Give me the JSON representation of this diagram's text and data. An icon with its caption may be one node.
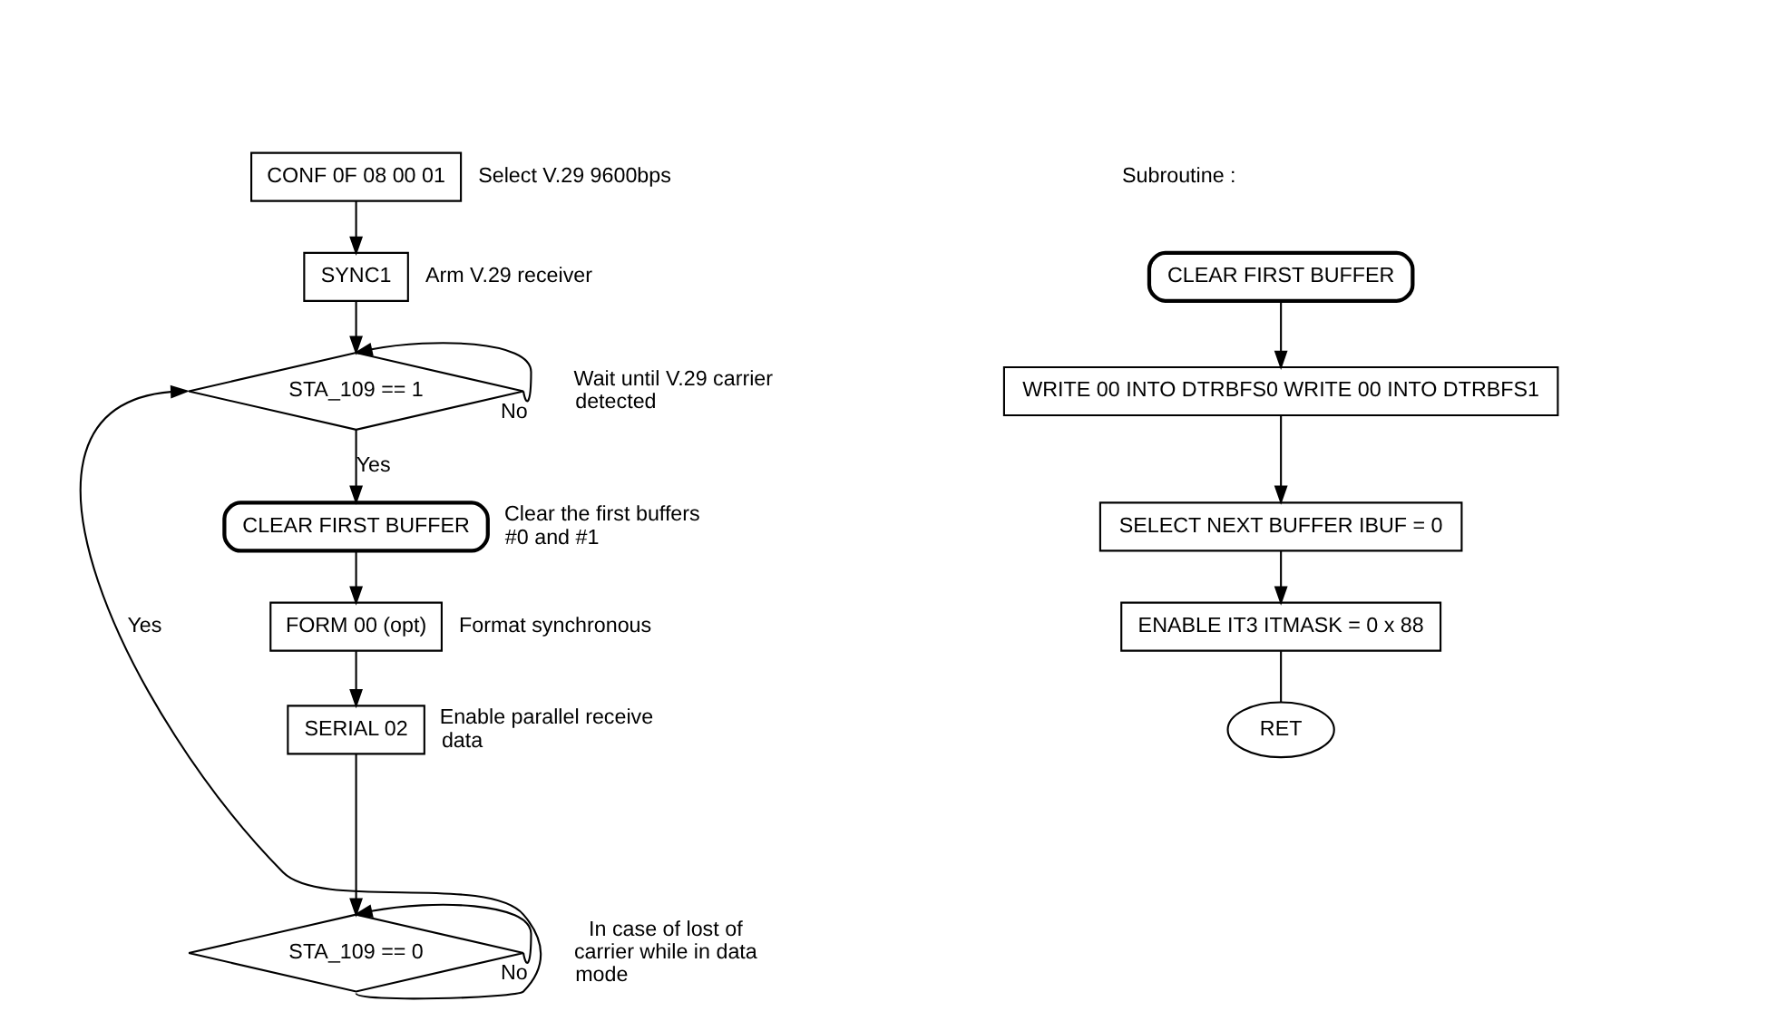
{
  "diagram": {
    "nodes": [
      {
        "text": [
          "CONF 0F 08 00 01"
        ],
        "beside": [
          "Select V.29 9600bps"
        ]
      },
      {
        "text": [
          "SYNC1"
        ],
        "beside": [
          "Arm V.29 receiver"
        ]
      },
      {
        "text": [
          "STA_109 == 1"
        ],
        "beside": [
          "Wait until V.29 carrier detected"
        ]
      },
      {
        "text": [
          "CLEAR FIRST BUFFER"
        ],
        "beside": [
          "Clear the first buffers #0 and #1"
        ]
      },
      {
        "text": [
          "FORM 00 (opt)"
        ],
        "beside": [
          "Format synchronous"
        ]
      },
      {
        "text": [
          "SERIAL 02"
        ],
        "beside": [
          "Enable parallel receive data"
        ]
      },
      {
        "text": [
          "STA_109 == 0"
        ],
        "beside": [
          "In case of lost of carrier while in data mode"
        ]
      },
      {
        "text": [
          "CLEAR FIRST BUFFER"
        ]
      },
      {
        "text": [
          "WRITE 00 INTO DTRBFS0 WRITE 00 INTO DTRBFS1"
        ]
      },
      {
        "text": [
          "SELECT NEXT BUFFER IBUF = 0"
        ]
      },
      {
        "text": [
          "ENABLE IT3 ITMASK = 0 x 88"
        ]
      },
      {
        "text": [
          "RET"
        ]
      }
    ],
    "edges": [
      {
        "from": 0,
        "to": 1,
        "arrow": "to"
      },
      {
        "from": 1,
        "to": 2,
        "arrow": "to"
      },
      {
        "from": 2,
        "to": 2,
        "arrow": "to",
        "label": "No"
      },
      {
        "from": 2,
        "to": 3,
        "arrow": "to",
        "label": "Yes"
      },
      {
        "from": 3,
        "to": 4,
        "arrow": "to"
      },
      {
        "from": 4,
        "to": 5,
        "arrow": "to"
      },
      {
        "from": 5,
        "to": 6,
        "arrow": "to"
      },
      {
        "from": 6,
        "to": 6,
        "arrow": "to",
        "label": "No"
      },
      {
        "from": 6,
        "to": 2,
        "arrow": "to",
        "label": "Yes"
      },
      {
        "from": 7,
        "to": 8,
        "arrow": "to"
      },
      {
        "from": 8,
        "to": 9,
        "arrow": "to"
      },
      {
        "from": 9,
        "to": 10,
        "arrow": "to"
      },
      {
        "from": 10,
        "to": 11,
        "arrow": "none"
      }
    ],
    "labels": [
      "Subroutine :"
    ]
  }
}
